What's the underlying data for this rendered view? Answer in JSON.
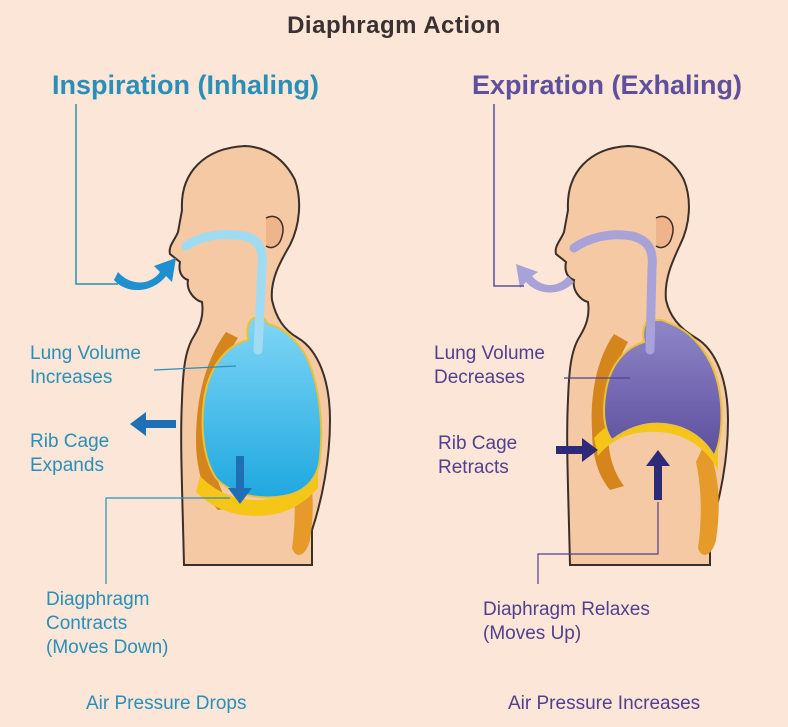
{
  "title": "Diaphragm Action",
  "inspiration": {
    "title": "Inspiration (Inhaling)",
    "lung_volume": [
      "Lung Volume",
      "Increases"
    ],
    "rib_cage": [
      "Rib Cage",
      "Expands"
    ],
    "diaphragm": [
      "Diagphragm",
      "Contracts",
      "(Moves Down)"
    ],
    "air_pressure": "Air Pressure Drops"
  },
  "expiration": {
    "title": "Expiration (Exhaling)",
    "lung_volume": [
      "Lung Volume",
      "Decreases"
    ],
    "rib_cage": [
      "Rib Cage",
      "Retracts"
    ],
    "diaphragm": [
      "Diaphragm Relaxes",
      "(Moves Up)"
    ],
    "air_pressure": "Air Pressure Increases"
  },
  "colors": {
    "background": "#fbe6d7",
    "skin": "#f5c9a4",
    "outline": "#3b2f2a",
    "inspiration_accent": "#2a8fb8",
    "inspiration_lung": "#3fb8e8",
    "expiration_accent": "#5f4f9e",
    "expiration_lung": "#7467b2",
    "diaphragm": "#f5c518",
    "ribs": "#d4861c"
  }
}
